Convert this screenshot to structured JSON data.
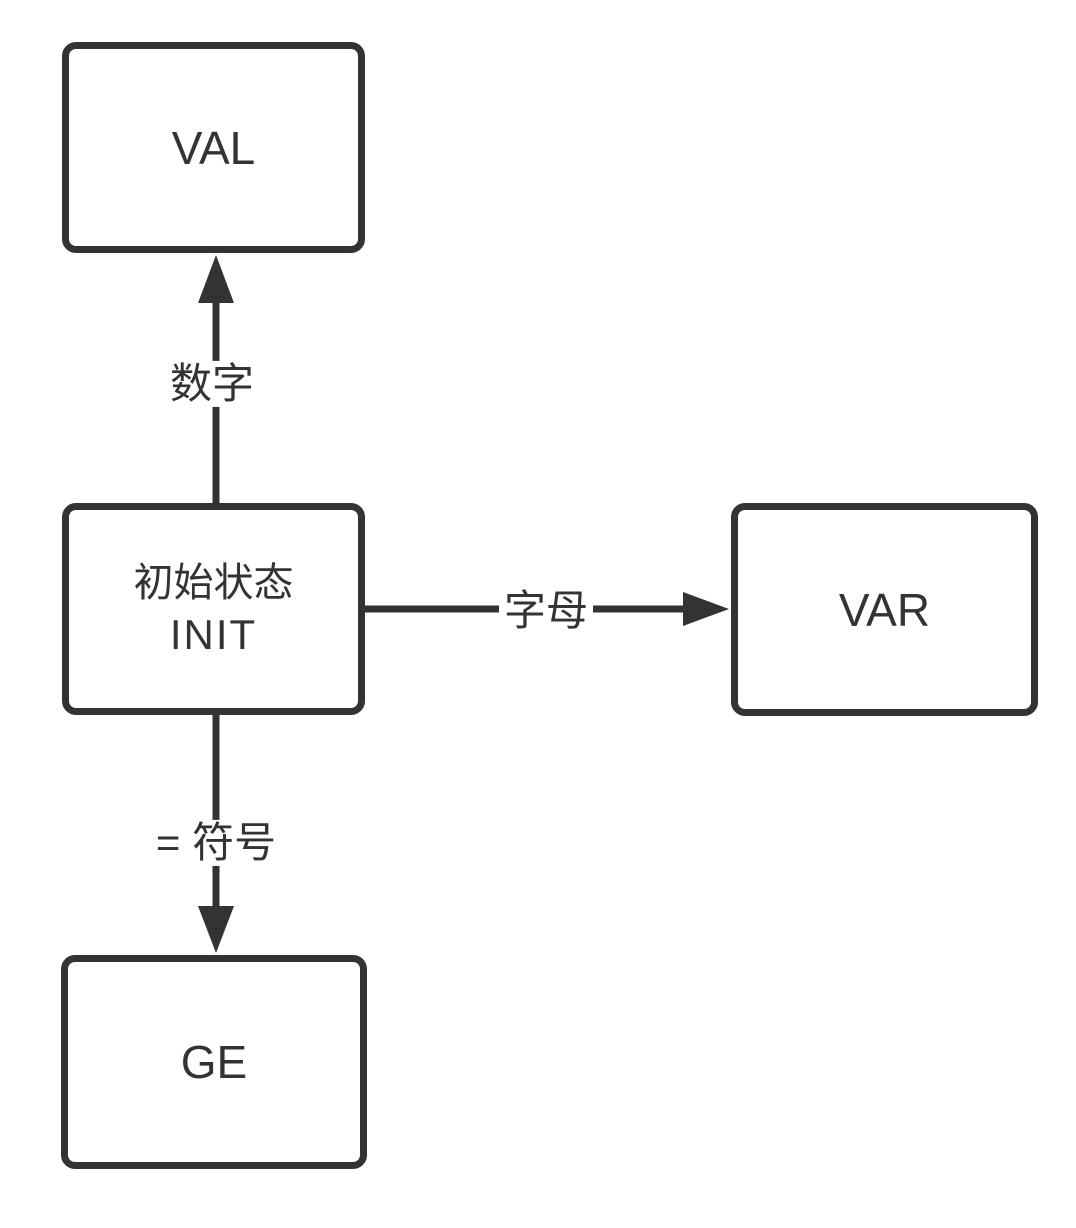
{
  "diagram": {
    "background_color": "#ffffff",
    "stroke_color": "#333333",
    "text_color": "#333333",
    "nodes": {
      "val": {
        "id": "VAL",
        "label": "VAL"
      },
      "init": {
        "id": "INIT",
        "label_line1": "初始状态",
        "label_line2": "INIT"
      },
      "var": {
        "id": "VAR",
        "label": "VAR"
      },
      "ge": {
        "id": "GE",
        "label": "GE"
      }
    },
    "edges": {
      "init_to_val": {
        "from": "INIT",
        "to": "VAL",
        "label": "数字",
        "direction": "up"
      },
      "init_to_var": {
        "from": "INIT",
        "to": "VAR",
        "label": "字母",
        "direction": "right"
      },
      "init_to_ge": {
        "from": "INIT",
        "to": "GE",
        "label": "= 符号",
        "direction": "down"
      }
    }
  }
}
